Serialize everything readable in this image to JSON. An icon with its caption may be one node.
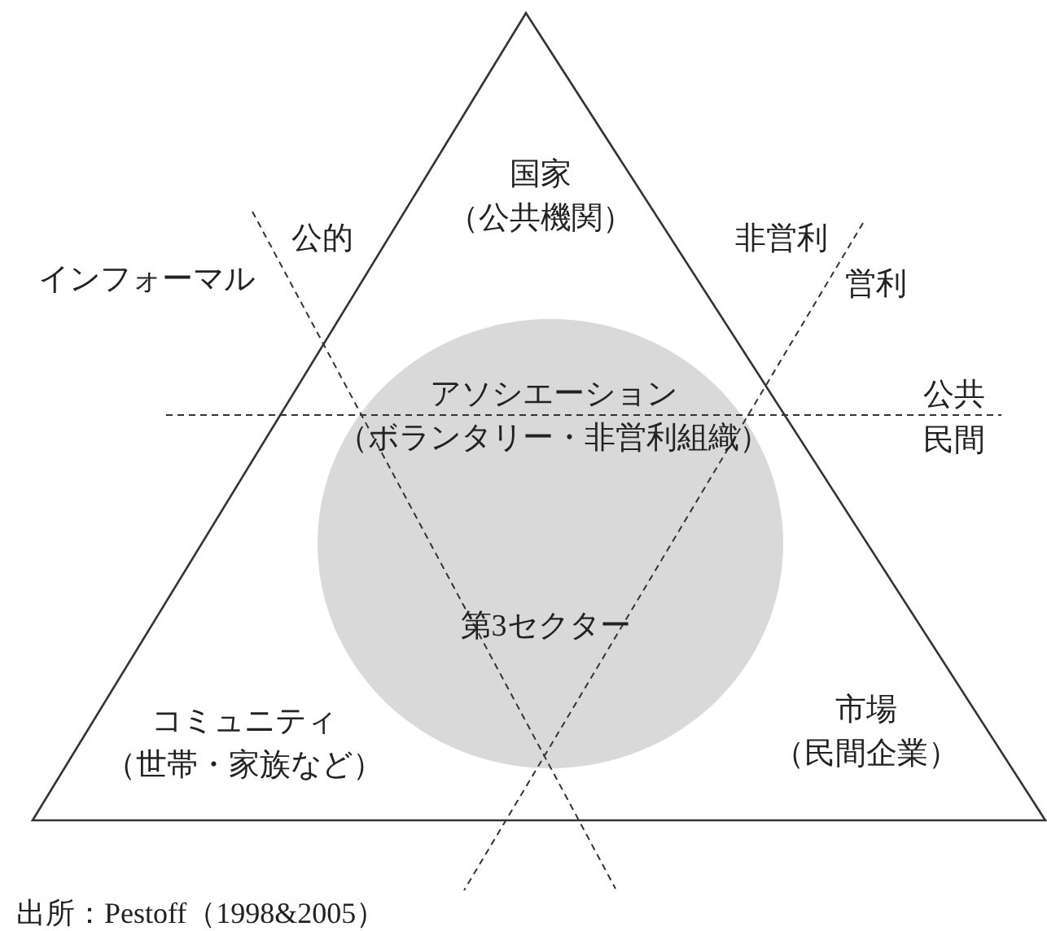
{
  "diagram": {
    "caption": "出所：Pestoff（1998&2005）",
    "nodes": [
      {
        "text": [
          "国家（公共機関）",
          "コミュニティ（世帯・家族など）",
          "市場（民間企業）"
        ]
      },
      {
        "text": [
          "アソシエーション（ボランタリー・非営利組織）",
          "第3セクター"
        ],
        "in": 0
      }
    ],
    "labels": [
      "公的",
      "インフォーマル",
      "非営利",
      "営利",
      "公共",
      "民間"
    ]
  }
}
